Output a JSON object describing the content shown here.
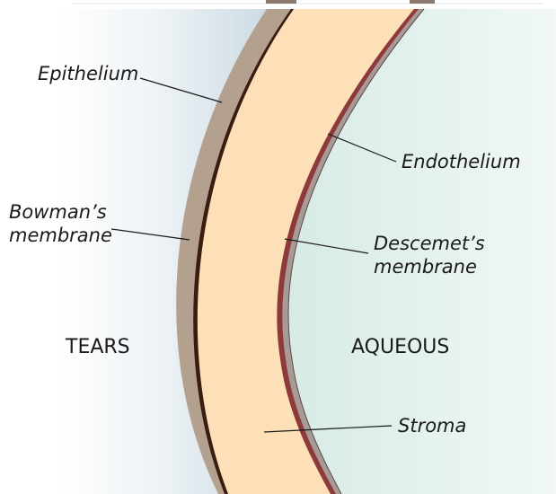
{
  "regions": {
    "left": "TEARS",
    "right": "AQUEOUS"
  },
  "layers": {
    "epithelium": "Epithelium",
    "bowman_line1": "Bowman’s",
    "bowman_line2": "membrane",
    "endothelium": "Endothelium",
    "descemet_line1": "Descemet’s",
    "descemet_line2": "membrane",
    "stroma": "Stroma"
  },
  "colors": {
    "tears_edge": "#c9d9e2",
    "aqueous": "#e0efe9",
    "epithelium": "#b4a08e",
    "bowman": "#3a1c10",
    "stroma": "#fde0b8",
    "descemet": "#8f3a3a",
    "endothelium": "#a79a97"
  }
}
